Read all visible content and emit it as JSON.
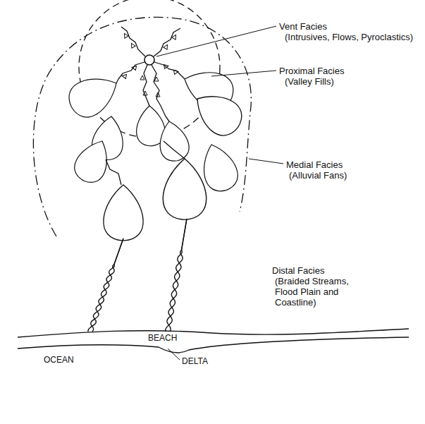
{
  "diagram": {
    "labels": [
      "Vent Facies",
      "(Intrusives, Flows, Pyroclastics)",
      "Proximal Facies",
      "(Valley Fills)",
      "Medial Facies",
      "(Alluvial Fans)",
      "Distal Facies",
      "(Braided Streams, Flood Plain and Coastline)",
      "BEACH",
      "OCEAN",
      "DELTA"
    ]
  }
}
